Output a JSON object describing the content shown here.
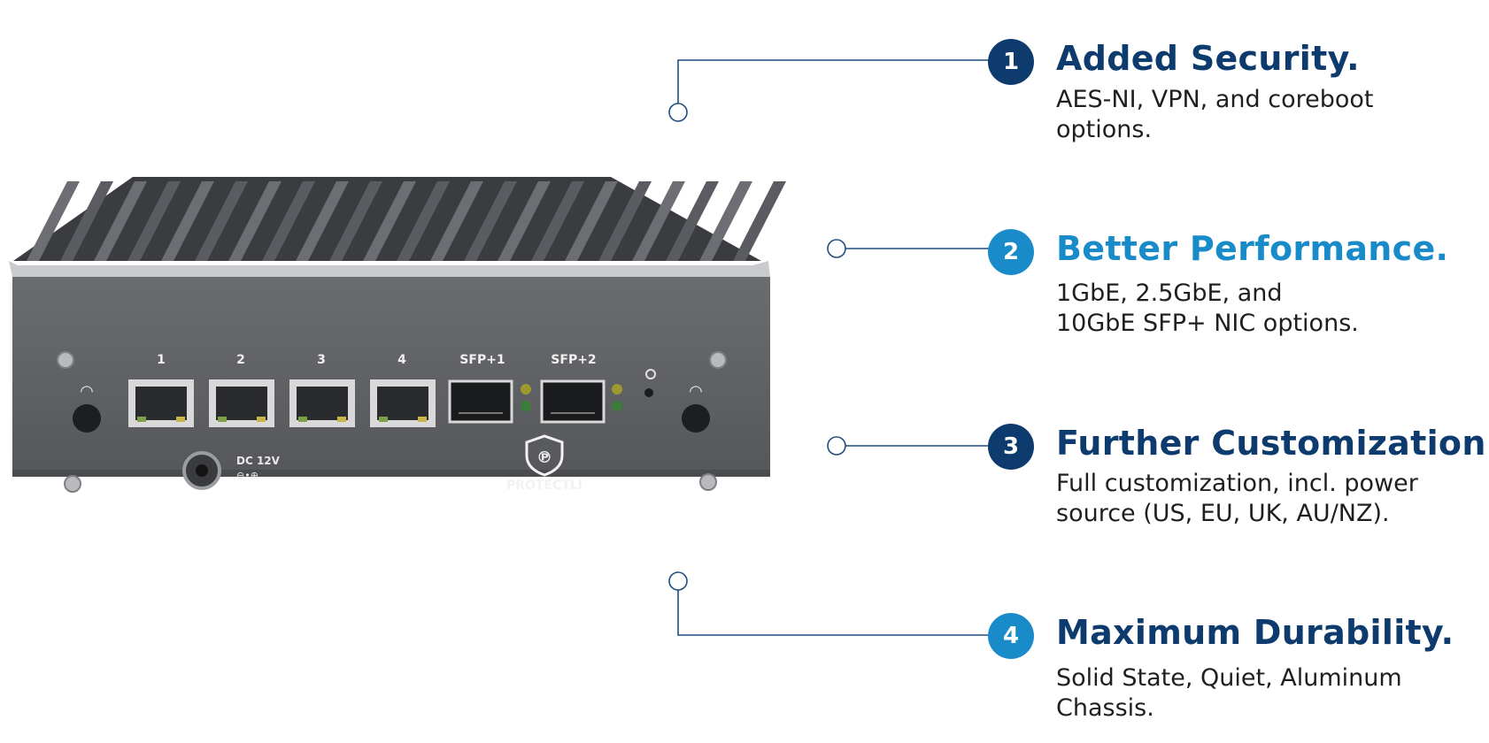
{
  "colors": {
    "navy": "#0d3b6e",
    "blue": "#1a8bc9",
    "line": "#1f4f7f"
  },
  "device": {
    "port_labels": [
      "1",
      "2",
      "3",
      "4",
      "SFP+1",
      "SFP+2"
    ],
    "power_label_line1": "DC 12V",
    "power_label_line2": "⊖•⊕",
    "brand": "PROTECTLI"
  },
  "features": [
    {
      "number": "1",
      "title": "Added Security.",
      "description": "AES-NI, VPN, and coreboot\noptions.",
      "color": "#0d3b6e"
    },
    {
      "number": "2",
      "title": "Better Performance.",
      "description": "1GbE, 2.5GbE, and\n10GbE SFP+  NIC options.",
      "color": "#1a8bc9"
    },
    {
      "number": "3",
      "title": "Further Customization.",
      "description": "Full customization, incl. power\nsource (US, EU, UK, AU/NZ).",
      "color": "#0d3b6e"
    },
    {
      "number": "4",
      "title": "Maximum Durability.",
      "description": "Solid State, Quiet, Aluminum\nChassis.",
      "color": "#1a8bc9"
    }
  ]
}
